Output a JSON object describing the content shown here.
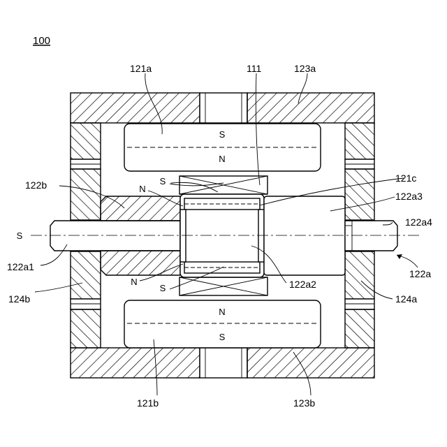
{
  "figure": {
    "number": "100",
    "poles": {
      "upper_magnet_top": "S",
      "upper_magnet_bottom": "N",
      "lower_magnet_top": "N",
      "lower_magnet_bottom": "S",
      "axis_left": "S",
      "coil_top_left_n": "N",
      "coil_top_left_s": "S",
      "coil_bottom_left_n": "N",
      "coil_bottom_left_s": "S"
    },
    "labels": {
      "l_121a": "121a",
      "l_111": "111",
      "l_123a": "123a",
      "l_122b": "122b",
      "l_121c": "121c",
      "l_122a3": "122a3",
      "l_122a4": "122a4",
      "l_122a1": "122a1",
      "l_122a": "122a",
      "l_124b": "124b",
      "l_122a2": "122a2",
      "l_124a": "124a",
      "l_121b": "121b",
      "l_123b": "123b"
    }
  }
}
